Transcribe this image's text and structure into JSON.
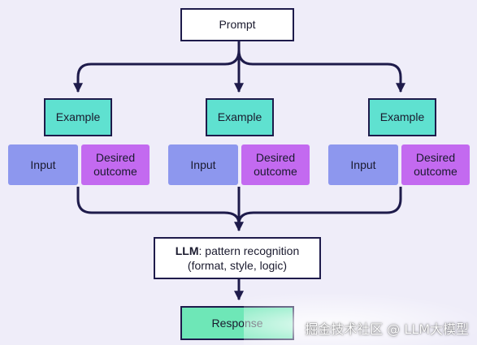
{
  "diagram": {
    "prompt": "Prompt",
    "groups": [
      {
        "example": "Example",
        "input": "Input",
        "desired": "Desired outcome"
      },
      {
        "example": "Example",
        "input": "Input",
        "desired": "Desired outcome"
      },
      {
        "example": "Example",
        "input": "Input",
        "desired": "Desired outcome"
      }
    ],
    "llm_bold": "LLM",
    "llm_rest": ": pattern recognition",
    "llm_line2": "(format, style, logic)",
    "response": "Response",
    "watermark": "掘金技术社区 @ LLM大模型"
  },
  "colors": {
    "background": "#efedf9",
    "stroke": "#1e1b4b",
    "example": "#5fe1d0",
    "input": "#8d97ee",
    "desired": "#c36af0",
    "response": "#6ee7b7"
  }
}
